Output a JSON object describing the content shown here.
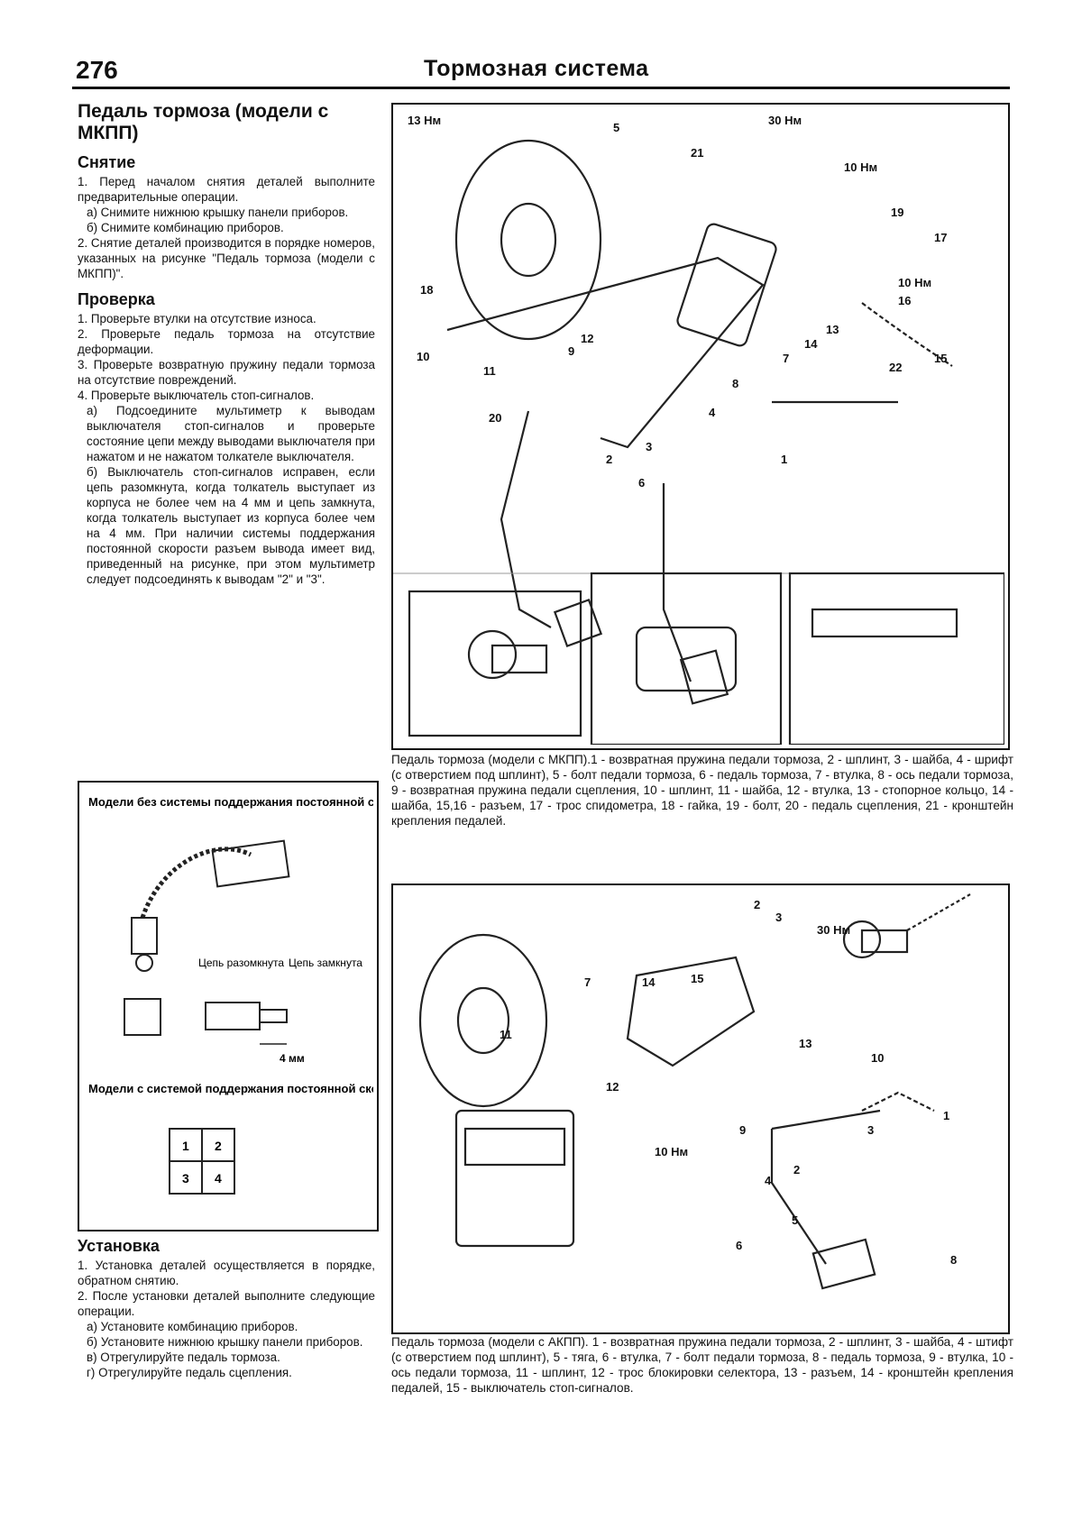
{
  "header": {
    "page_number": "276",
    "title": "Тормозная система"
  },
  "left": {
    "title": "Педаль тормоза (модели с МКПП)",
    "removal": {
      "heading": "Снятие",
      "lines": [
        "1. Перед началом снятия деталей выполните предварительные операции.",
        "а) Снимите нижнюю крышку панели приборов.",
        "б) Снимите комбинацию приборов.",
        "2. Снятие деталей производится в порядке номеров, указанных на рисунке \"Педаль тормоза (модели с МКПП)\"."
      ]
    },
    "check": {
      "heading": "Проверка",
      "lines": [
        "1. Проверьте втулки на отсутствие износа.",
        "2. Проверьте педаль тормоза на отсутствие деформации.",
        "3. Проверьте возвратную пружину педали тормоза на отсутствие повреждений.",
        "4. Проверьте выключатель стоп-сигналов.",
        "а) Подсоедините мультиметр к выводам выключателя стоп-сигналов и проверьте состояние цепи между выводами выключателя при нажатом и не нажатом толкателе выключателя.",
        "б) Выключатель стоп-сигналов исправен, если цепь разомкнута, когда толкатель выступает из корпуса не более чем на 4 мм и цепь замкнута, когда толкатель выступает из корпуса более чем на 4 мм. При наличии системы поддержания постоянной скорости разъем вывода имеет вид, приведенный на рисунке, при этом мультиметр следует подсоединять к выводам \"2\" и \"3\"."
      ]
    },
    "install": {
      "heading": "Установка",
      "lines": [
        "1. Установка деталей осуществляется в порядке, обратном снятию.",
        "2. После установки деталей выполните следующие операции.",
        "а) Установите комбинацию приборов.",
        "б) Установите нижнюю крышку панели приборов.",
        "в) Отрегулируйте педаль тормоза.",
        "г) Отрегулируйте педаль сцепления."
      ]
    }
  },
  "inset": {
    "label_no_cruise": "Модели без системы поддержания постоянной скорости",
    "label_open": "Цепь разомкнута",
    "label_closed": "Цепь замкнута",
    "label_4mm": "4 мм",
    "label_cruise": "Модели с системой поддержания постоянной скорости",
    "pins": [
      "1",
      "2",
      "3",
      "4"
    ]
  },
  "fig_top": {
    "caption": "Педаль тормоза (модели с МКПП).1 - возвратная пружина педали тормоза, 2 - шплинт, 3 - шайба, 4 - шрифт (с отверстием под шплинт), 5 - болт педали тормоза, 6 - педаль тормоза, 7 - втулка, 8 - ось педали тормоза, 9 - возвратная пружина педали сцепления, 10 - шплинт, 11 - шайба, 12 - втулка, 13 - стопорное кольцо, 14 - шайба, 15,16 - разъем, 17 - трос спидометра, 18 - гайка, 19 - болт, 20 - педаль сцепления, 21 - кронштейн крепления педалей.",
    "torques": [
      "13 Нм",
      "30 Нм",
      "10 Нм",
      "10 Нм"
    ],
    "numbers": [
      "5",
      "21",
      "19",
      "17",
      "18",
      "16",
      "13",
      "14",
      "7",
      "22",
      "15",
      "12",
      "9",
      "10",
      "11",
      "8",
      "4",
      "20",
      "2",
      "3",
      "1",
      "6"
    ]
  },
  "fig_bottom": {
    "caption": "Педаль тормоза (модели с АКПП). 1 - возвратная пружина педали тормоза, 2 - шплинт, 3 - шайба, 4 - штифт (с отверстием под шплинт), 5 - тяга, 6 - втулка, 7 - болт педали тормоза, 8 - педаль тормоза, 9 - втулка, 10 - ось педали тормоза, 11 - шплинт, 12 - трос блокировки селектора, 13 - разъем, 14 - кронштейн крепления педалей, 15 - выключатель стоп-сигналов.",
    "torques": [
      "30 Нм",
      "10 Нм"
    ],
    "numbers": [
      "2",
      "3",
      "14",
      "15",
      "7",
      "11",
      "12",
      "13",
      "10",
      "9",
      "3",
      "1",
      "4",
      "2",
      "6",
      "5",
      "8"
    ]
  }
}
